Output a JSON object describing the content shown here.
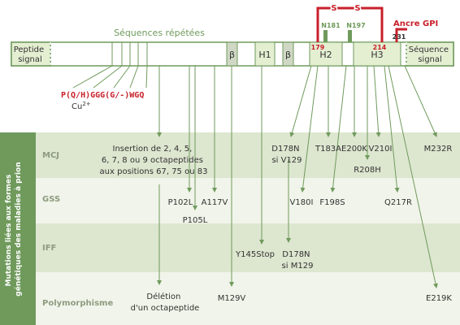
{
  "colors": {
    "green_dark": "#6f9a5c",
    "green_light": "#e4efd2",
    "band_light": "#f1f4ea",
    "band_mid": "#dde6cf",
    "side_panel": "#6f9a5c",
    "red": "#c8202b",
    "gray_text": "#8d9b80",
    "line": "#6f9a5c"
  },
  "protein": {
    "peptide_signal": "Peptide\nsignal",
    "repeated_sequences": "Séquences répétées",
    "beta1": "β",
    "h1": "H1",
    "beta2": "β",
    "h2": "H2",
    "h3": "H3",
    "sequence_signal": "Séquence\nsignal",
    "glyco_n181": "N181",
    "glyco_n197": "N197",
    "residue_179": "179",
    "residue_214": "214",
    "residue_231": "231",
    "disulfide_s1": "S",
    "disulfide_s2": "S",
    "gpi_anchor": "Ancre GPI",
    "octarepeat_motif": "P(Q/H)GGG(G/-)WGQ",
    "copper": "Cu",
    "copper_charge": "2+"
  },
  "side_label": "Mutations liées aux formes\ngénétiques des maladies à prion",
  "rows": [
    {
      "label": "MCJ"
    },
    {
      "label": "GSS"
    },
    {
      "label": "IFF"
    },
    {
      "label": "Polymorphisme"
    }
  ],
  "mutations": {
    "insertion": "Insertion de 2, 4, 5,\n6, 7, 8 ou 9 octapeptides\naux positions 67, 75 ou 83",
    "d178n_v129": "D178N\nsi V129",
    "t183a": "T183A",
    "e200k": "E200K",
    "v210i": "V210I",
    "m232r": "M232R",
    "r208h": "R208H",
    "p102l": "P102L",
    "a117v": "A117V",
    "p105l": "P105L",
    "v180i": "V180I",
    "f198s": "F198S",
    "q217r": "Q217R",
    "y145stop": "Y145Stop",
    "d178n_m129": "D178N\nsi M129",
    "deletion": "Délétion\nd'un octapeptide",
    "m129v": "M129V",
    "e219k": "E219K"
  }
}
